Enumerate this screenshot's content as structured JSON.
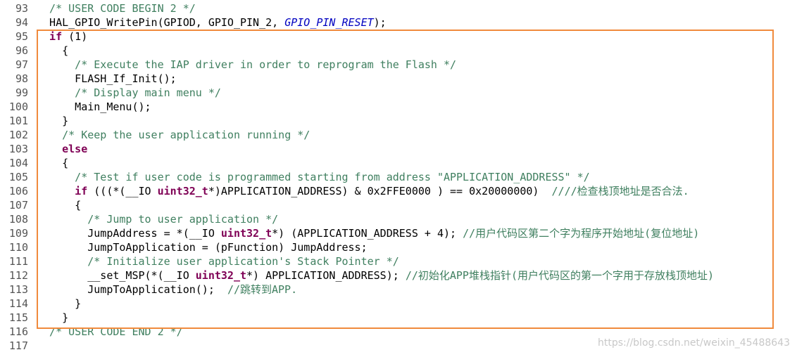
{
  "colors": {
    "comment": "#3f7f5f",
    "keyword": "#7f0055",
    "macro": "#0000c0",
    "highlight_border": "#f08a3c",
    "watermark": "#c8c8c8"
  },
  "lines": [
    {
      "no": "93",
      "parts": [
        [
          "cm",
          "  /* USER CODE BEGIN 2 */"
        ]
      ]
    },
    {
      "no": "94",
      "parts": [
        [
          "tx",
          "  HAL_GPIO_WritePin(GPIOD, GPIO_PIN_2, "
        ],
        [
          "it",
          "GPIO_PIN_RESET"
        ],
        [
          "tx",
          ");"
        ]
      ]
    },
    {
      "no": "95",
      "parts": [
        [
          "kw",
          "  if"
        ],
        [
          "tx",
          " (1)"
        ]
      ]
    },
    {
      "no": "96",
      "parts": [
        [
          "tx",
          "    {"
        ]
      ]
    },
    {
      "no": "97",
      "parts": [
        [
          "cm",
          "      /* Execute the IAP driver in order to reprogram the Flash */"
        ]
      ]
    },
    {
      "no": "98",
      "parts": [
        [
          "tx",
          "      FLASH_If_Init();"
        ]
      ]
    },
    {
      "no": "99",
      "parts": [
        [
          "cm",
          "      /* Display main menu */"
        ]
      ]
    },
    {
      "no": "100",
      "parts": [
        [
          "tx",
          "      Main_Menu();"
        ]
      ]
    },
    {
      "no": "101",
      "parts": [
        [
          "tx",
          "    }"
        ]
      ]
    },
    {
      "no": "102",
      "parts": [
        [
          "cm",
          "    /* Keep the user application running */"
        ]
      ]
    },
    {
      "no": "103",
      "parts": [
        [
          "kw",
          "    else"
        ]
      ]
    },
    {
      "no": "104",
      "parts": [
        [
          "tx",
          "    {"
        ]
      ]
    },
    {
      "no": "105",
      "parts": [
        [
          "cm",
          "      /* Test if user code is programmed starting from address \"APPLICATION_ADDRESS\" */"
        ]
      ]
    },
    {
      "no": "106",
      "parts": [
        [
          "kw",
          "      if"
        ],
        [
          "tx",
          " (((*(__IO "
        ],
        [
          "kw",
          "uint32_t"
        ],
        [
          "tx",
          "*)APPLICATION_ADDRESS) & 0x2FFE0000 ) == 0x20000000)  "
        ],
        [
          "cm",
          "////检查栈顶地址是否合法."
        ]
      ]
    },
    {
      "no": "107",
      "parts": [
        [
          "tx",
          "      {"
        ]
      ]
    },
    {
      "no": "108",
      "parts": [
        [
          "cm",
          "        /* Jump to user application */"
        ]
      ]
    },
    {
      "no": "109",
      "parts": [
        [
          "tx",
          "        JumpAddress = *(__IO "
        ],
        [
          "kw",
          "uint32_t"
        ],
        [
          "tx",
          "*) (APPLICATION_ADDRESS + 4); "
        ],
        [
          "cm",
          "//用户代码区第二个字为程序开始地址(复位地址)"
        ]
      ]
    },
    {
      "no": "110",
      "parts": [
        [
          "tx",
          "        JumpToApplication = (pFunction) JumpAddress;"
        ]
      ]
    },
    {
      "no": "111",
      "parts": [
        [
          "cm",
          "        /* Initialize user application's Stack Pointer */"
        ]
      ]
    },
    {
      "no": "112",
      "parts": [
        [
          "tx",
          "        __set_MSP(*(__IO "
        ],
        [
          "kw",
          "uint32_t"
        ],
        [
          "tx",
          "*) APPLICATION_ADDRESS); "
        ],
        [
          "cm",
          "//初始化APP堆栈指针(用户代码区的第一个字用于存放栈顶地址)"
        ]
      ]
    },
    {
      "no": "113",
      "parts": [
        [
          "tx",
          "        JumpToApplication();  "
        ],
        [
          "cm",
          "//跳转到APP."
        ]
      ]
    },
    {
      "no": "114",
      "parts": [
        [
          "tx",
          "      }"
        ]
      ]
    },
    {
      "no": "115",
      "parts": [
        [
          "tx",
          "    }"
        ]
      ]
    },
    {
      "no": "116",
      "parts": [
        [
          "cm",
          "  /* USER CODE END 2 */"
        ]
      ]
    },
    {
      "no": "117",
      "parts": [
        [
          "tx",
          ""
        ]
      ]
    }
  ],
  "watermark": "https://blog.csdn.net/weixin_45488643"
}
